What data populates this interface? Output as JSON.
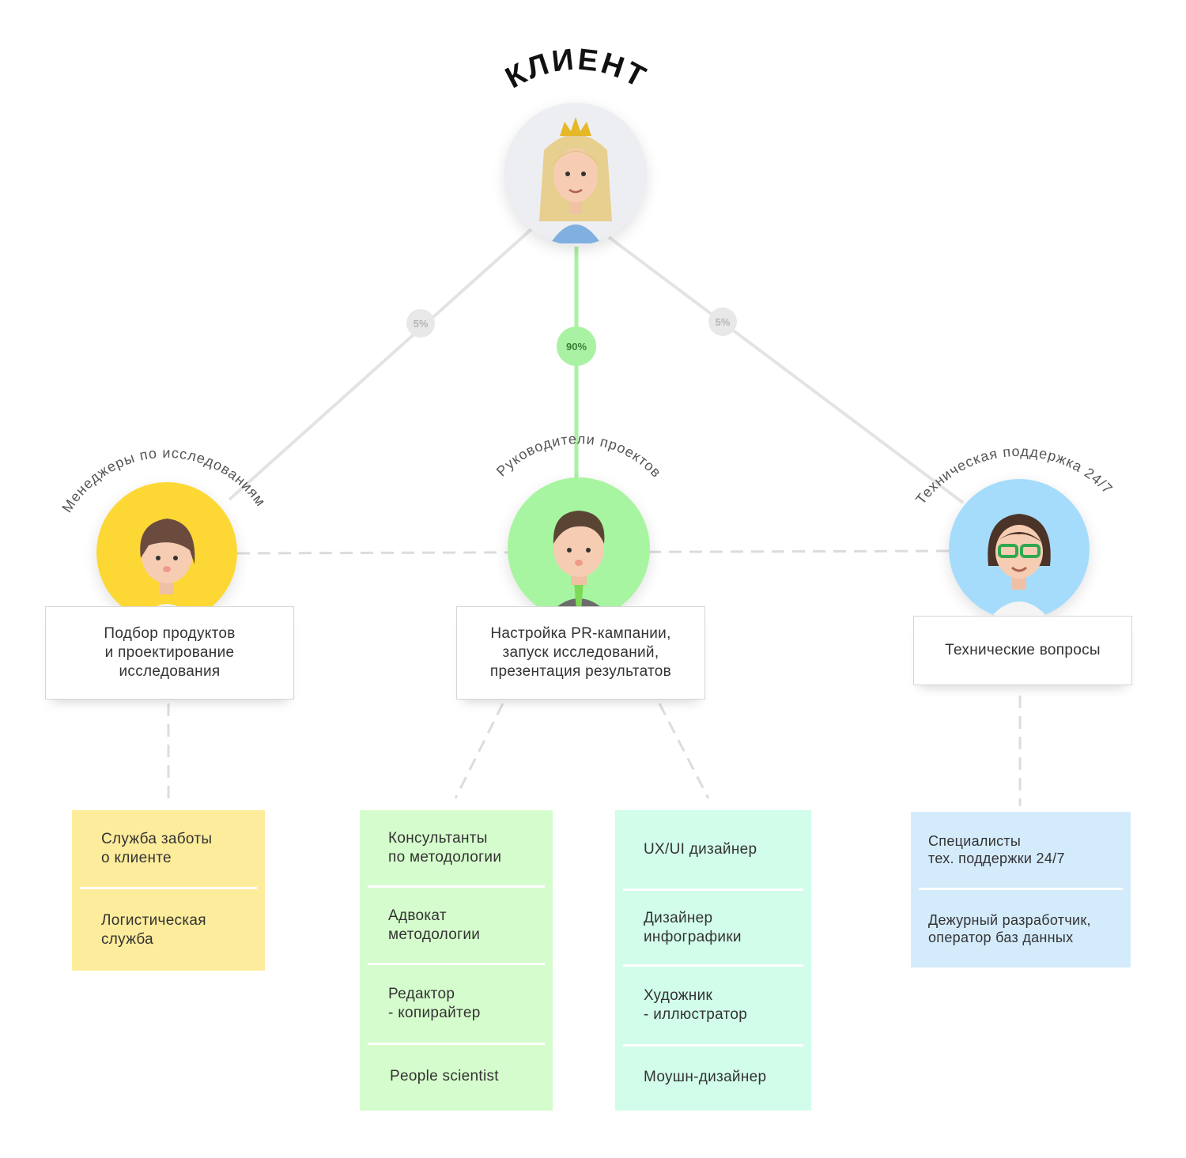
{
  "client": {
    "title": "КЛИЕНТ"
  },
  "links": [
    {
      "percent": "5%"
    },
    {
      "percent": "90%"
    },
    {
      "percent": "5%"
    }
  ],
  "roles": [
    {
      "label": "Менеджеры по исследованиям",
      "task": "Подбор продуктов\nи проектирование\nисследования",
      "color": "#fdd835"
    },
    {
      "label": "Руководители проектов",
      "task": "Настройка PR-кампании,\nзапуск исследований,\nпрезентация результатов",
      "color": "#a7f5a0"
    },
    {
      "label": "Техническая поддержка 24/7",
      "task": "Технические вопросы",
      "color": "#a6dcfb"
    }
  ],
  "teams": [
    {
      "color": "#fdec9c",
      "items": [
        "Служба заботы\nо клиенте",
        "Логистическая\nслужба"
      ]
    },
    {
      "color": "#d5fccc",
      "items": [
        "Консультанты\nпо методологии",
        "Адвокат\nметодологии",
        "Редактор\n- копирайтер",
        "People scientist"
      ]
    },
    {
      "color": "#d2fdea",
      "items": [
        "UX/UI дизайнер",
        "Дизайнер\nинфографики",
        "Художник\n- иллюстратор",
        "Моушн-дизайнер"
      ]
    },
    {
      "color": "#d4ebfc",
      "items": [
        "Специалисты\nтех. поддержки 24/7",
        "Дежурный разработчик,\nоператор баз данных"
      ]
    }
  ]
}
